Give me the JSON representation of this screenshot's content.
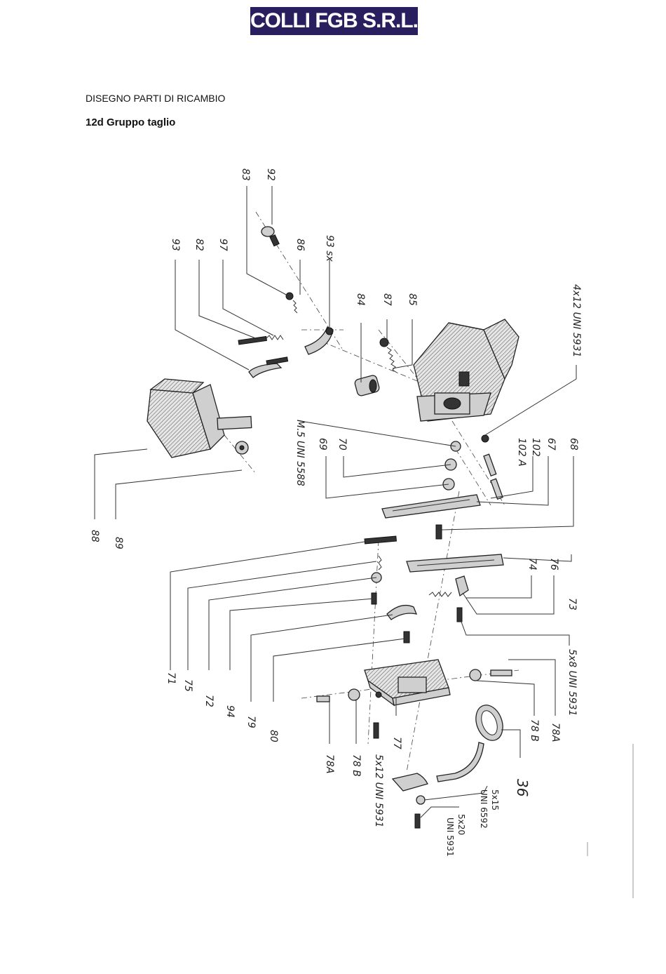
{
  "header": {
    "logo_text": "COLLI FGB S.R.L.",
    "logo_bg": "#2a1f5e"
  },
  "document": {
    "heading": "DISEGNO PARTI DI RICAMBIO",
    "subheading": "12d Gruppo taglio"
  },
  "parts_labels": {
    "p83": "83",
    "p92": "92",
    "p93": "93",
    "p82": "82",
    "p97": "97",
    "p86": "86",
    "p93sx": "93 sx",
    "p84": "84",
    "p87": "87",
    "p85": "85",
    "p4x12": "4x12 UNI 5931",
    "m5": "M.5 UNI 5588",
    "p69": "69",
    "p70": "70",
    "p102A": "102 A",
    "p102": "102",
    "p67": "67",
    "p68": "68",
    "p88": "88",
    "p89": "89",
    "p71": "71",
    "p75": "75",
    "p72": "72",
    "p94": "94",
    "p79": "79",
    "p80": "80",
    "p76": "76",
    "p74": "74",
    "p73": "73",
    "p5x8": "5x8 UNI 5931",
    "p78A_r": "78A",
    "p78B_r": "78 B",
    "p78A_l": "78A",
    "p78B_l": "78 B",
    "p77": "77",
    "p5x12": "5x12 UNI 5931",
    "p36": "36",
    "p5x15": "5x15",
    "uni6592": "UNI 6592",
    "p5x20": "5x20",
    "uni5931": "UNI 5931"
  }
}
